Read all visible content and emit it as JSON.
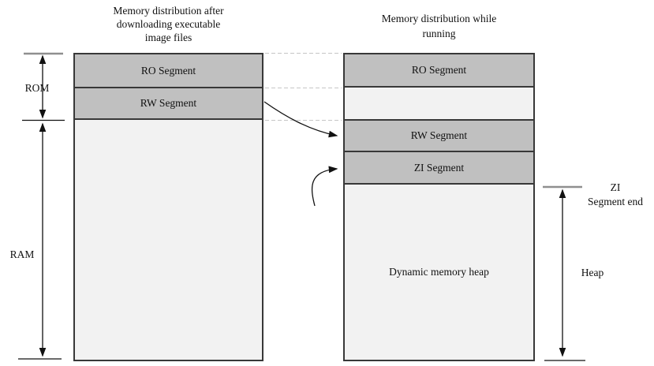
{
  "colors": {
    "segment_gray": "#c0c0c0",
    "light_fill": "#f2f2f2",
    "border_dark": "#383838",
    "dash_gray": "#c6c6c6",
    "tick_gray": "#8f8f8f",
    "ink": "#111111",
    "bg": "#ffffff"
  },
  "left_column": {
    "title": "Memory distribution after\ndownloading executable\nimage files",
    "segments": [
      {
        "label": "RO Segment"
      },
      {
        "label": "RW Segment"
      },
      {
        "label": ""
      }
    ]
  },
  "right_column": {
    "title": "Memory distribution while\nrunning",
    "segments": [
      {
        "label": "RO Segment"
      },
      {
        "label": ""
      },
      {
        "label": "RW Segment"
      },
      {
        "label": "ZI Segment"
      },
      {
        "label": "Dynamic memory heap"
      }
    ]
  },
  "annotations": {
    "rom": "ROM",
    "ram": "RAM",
    "zi_segment_end": "ZI\nSegment end",
    "heap": "Heap"
  }
}
